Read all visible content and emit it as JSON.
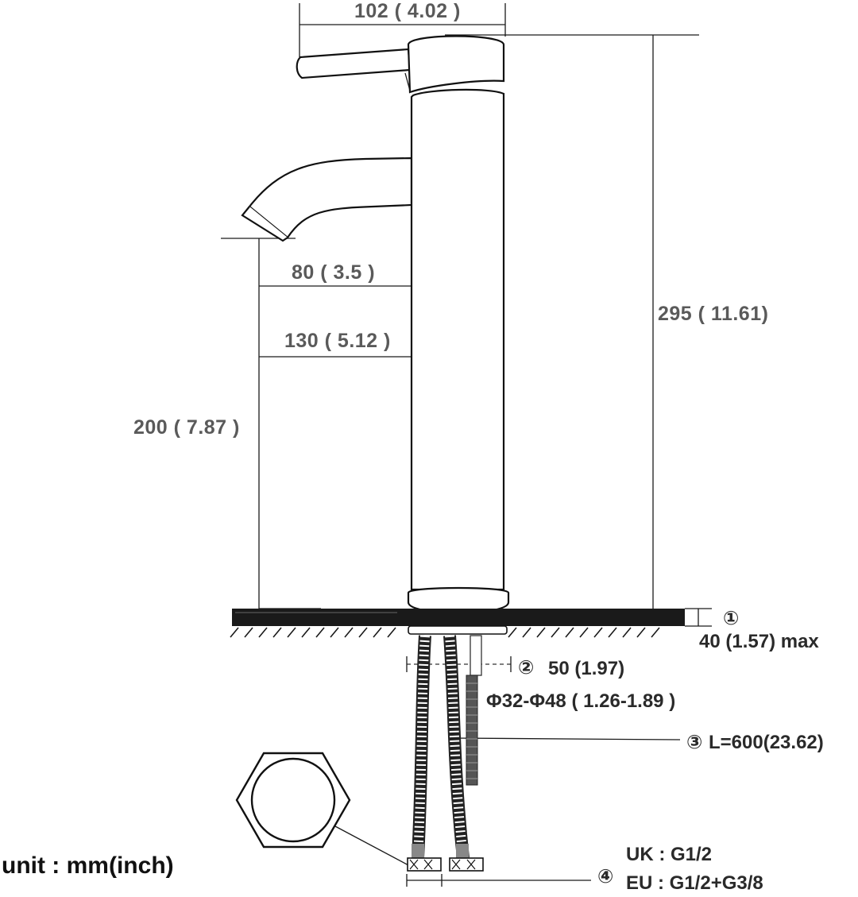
{
  "dimensions": {
    "handle_width": "102 ( 4.02 )",
    "total_height": "295 ( 11.61)",
    "spout_height": "200 ( 7.87 )",
    "spout_reach": "80 ( 3.5 )",
    "spout_to_pipe": "130 ( 5.12 )"
  },
  "specs": {
    "deck_thickness_marker": "①",
    "deck_thickness": "40 (1.57) max",
    "hole_marker": "②",
    "hole_width": "50 (1.97)",
    "hole_diameter": "Φ32-Φ48 ( 1.26-1.89 )",
    "hose_marker": "③",
    "hose_length": "L=600(23.62)",
    "connector_marker": "④",
    "connector_uk": "UK : G1/2",
    "connector_eu": "EU : G1/2+G3/8"
  },
  "unit_label": "unit : mm(inch)",
  "colors": {
    "line": "#111111",
    "dimension_text": "#5a5a5a",
    "deck": "#1a1a1a"
  }
}
